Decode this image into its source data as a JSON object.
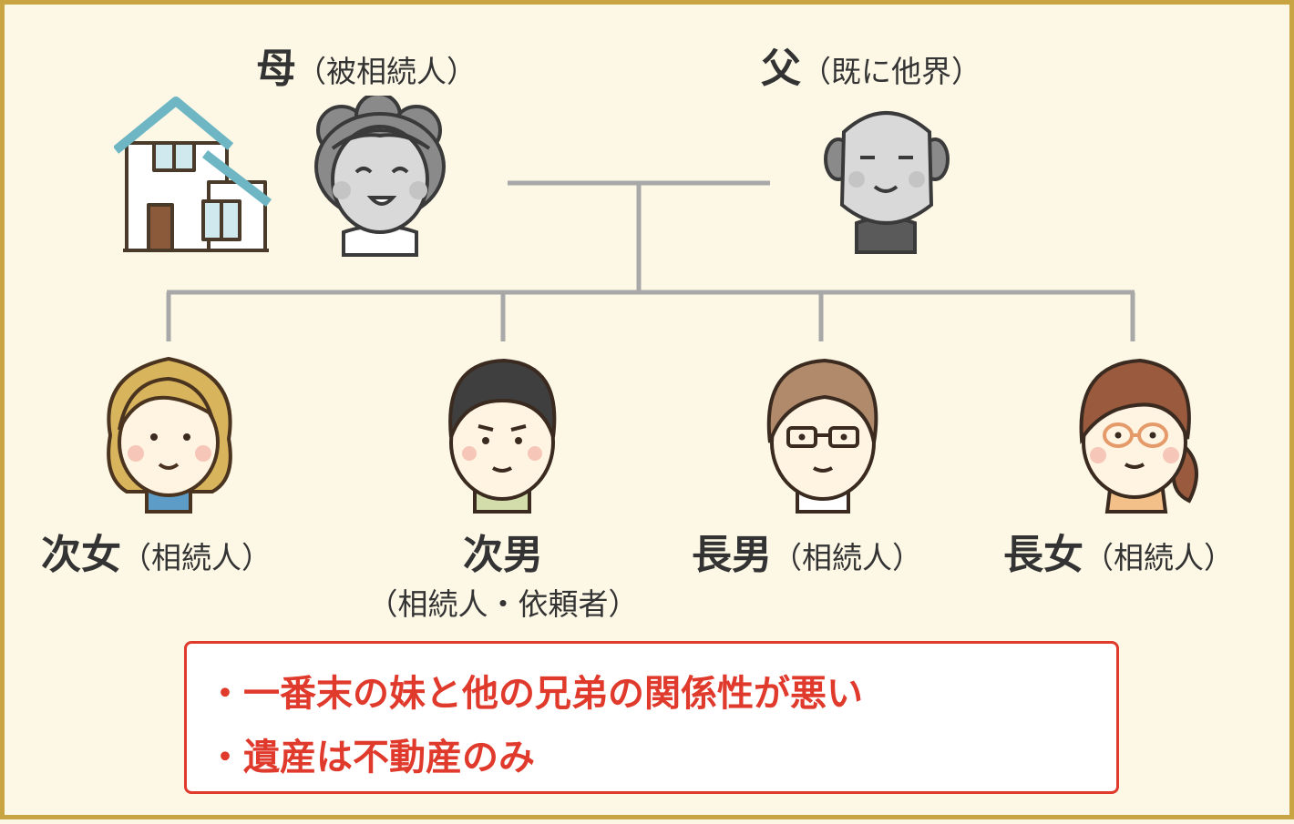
{
  "diagram": {
    "mother": {
      "name": "母",
      "note": "（被相続人）"
    },
    "father": {
      "name": "父",
      "note": "（既に他界）"
    },
    "children": [
      {
        "id": "second-daughter",
        "name": "次女",
        "note": "（相続人）"
      },
      {
        "id": "second-son",
        "name": "次男",
        "note": "（相続人・依頼者）"
      },
      {
        "id": "eldest-son",
        "name": "長男",
        "note": "（相続人）"
      },
      {
        "id": "eldest-daughter",
        "name": "長女",
        "note": "（相続人）"
      }
    ],
    "notes": [
      "・一番末の妹と他の兄弟の関係性が悪い",
      "・遺産は不動産のみ"
    ]
  },
  "colors": {
    "background": "#fdf8e6",
    "border": "#c9a442",
    "lines": "#a8a8a8",
    "note_text": "#e03a2c"
  }
}
